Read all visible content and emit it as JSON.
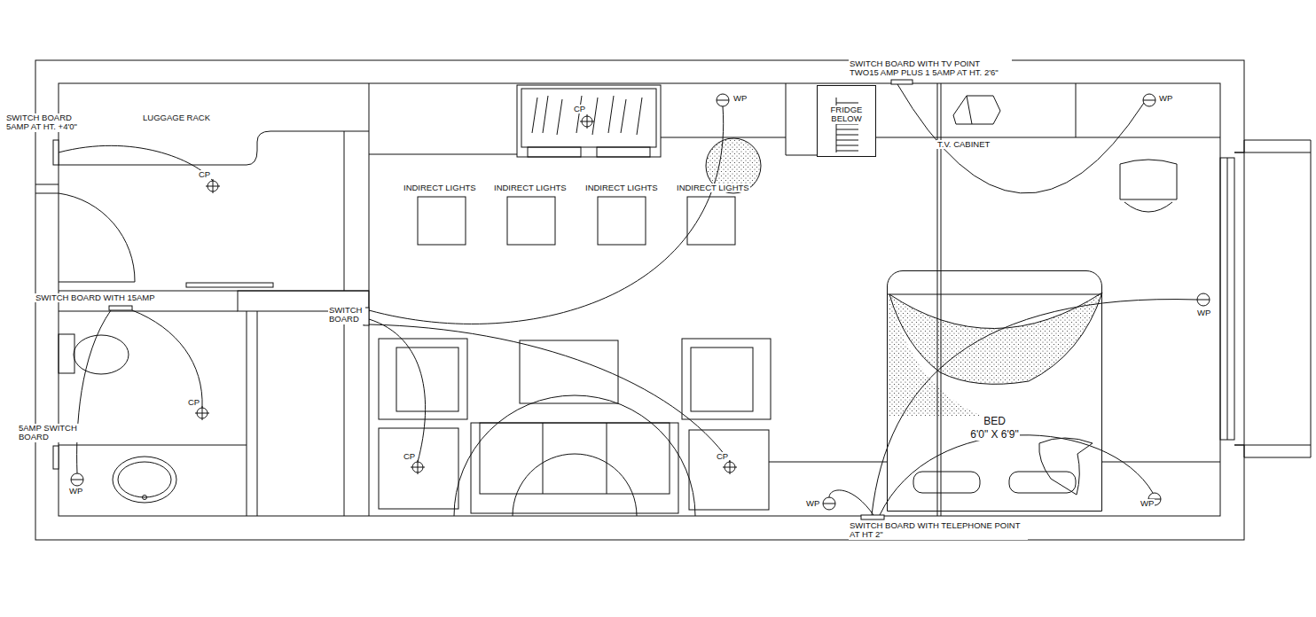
{
  "diagram": {
    "nodes": [
      {
        "text": [
          "FRIDGE BELOW"
        ]
      },
      {
        "text": [
          "BED",
          "6'0\" X 6'9\""
        ]
      }
    ],
    "labels": [
      "SWITCH BOARD WITH TV POINT TWO15 AMP PLUS 1 5AMP AT HT. 2'6\"",
      "SWITCH BOARD 5AMP AT HT. +4'0\"",
      "LUGGAGE RACK",
      "CP",
      "CP",
      "CP",
      "CP",
      "CP",
      "WP",
      "WP",
      "WP",
      "WP",
      "WP",
      "WP",
      "INDIRECT LIGHTS",
      "INDIRECT LIGHTS",
      "INDIRECT LIGHTS",
      "INDIRECT LIGHTS",
      "T.V. CABINET",
      "SWITCH BOARD WITH 15AMP",
      "SWITCH BOARD",
      "5AMP SWITCH BOARD",
      "SWITCH BOARD WITH TELEPHONE POINT AT HT 2\""
    ]
  }
}
